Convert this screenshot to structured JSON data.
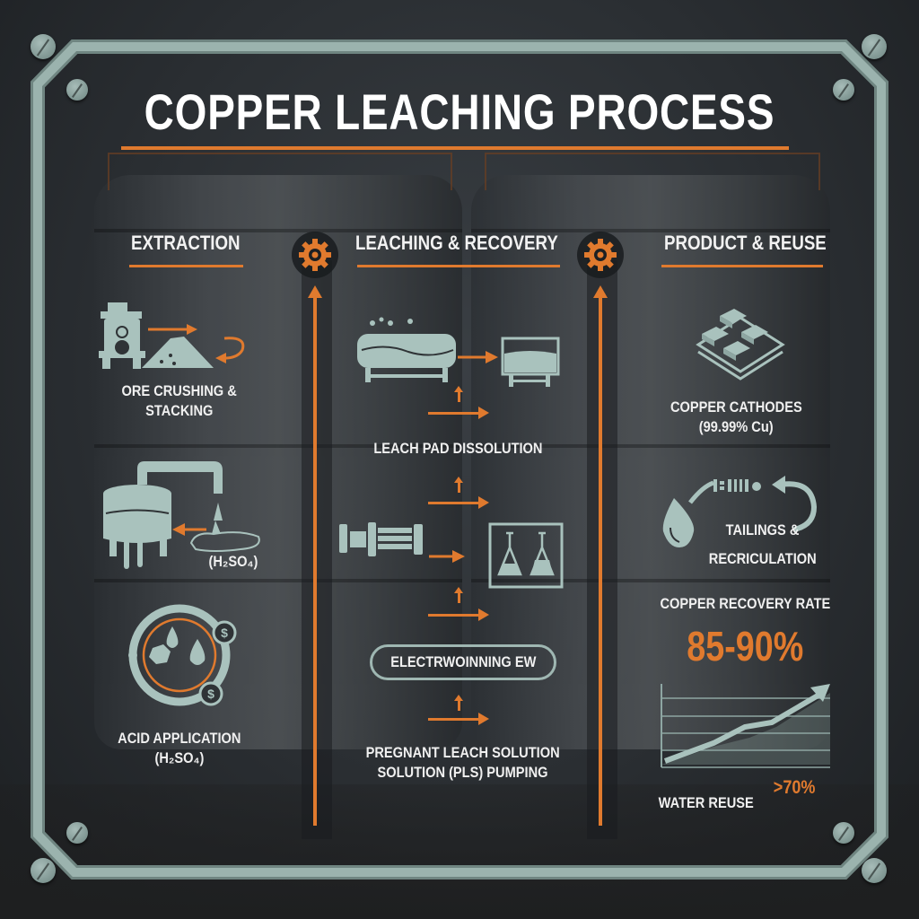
{
  "title": "COPPER LEACHING PROCESS",
  "colors": {
    "accent_orange": "#e07a2e",
    "icon_teal": "#a9c2bd",
    "frame_steel": "#8ea6a2",
    "background": "#2a2e32",
    "text": "#ffffff"
  },
  "columns": [
    {
      "heading": "EXTRACTION",
      "steps": [
        {
          "icon": "crusher-ore-pile-icon",
          "label_lines": [
            "ORE CRUSHING &",
            "STACKING"
          ]
        },
        {
          "icon": "tank-pipe-acid-icon",
          "label_lines": [
            "(H₂SO₄)"
          ]
        },
        {
          "icon": "acid-cycle-drops-icon",
          "label_lines": [
            "ACID APPLICATION",
            "(H₂SO₄)"
          ]
        }
      ]
    },
    {
      "heading": "LEACHING & RECOVERY",
      "steps": [
        {
          "icon": "leach-tank-to-vessel-icon",
          "label_lines": [
            "LEACH PAD DISSOLUTION"
          ]
        },
        {
          "icon": "pump-and-flasks-icon",
          "label_lines": []
        },
        {
          "icon": "electrowinning-pill",
          "label_lines": [
            "ELECTRWOINNING EW"
          ]
        },
        {
          "icon": "pls-pumping",
          "label_lines": [
            "PREGNANT LEACH SOLUTION",
            "SOLUTION (PLS) PUMPING"
          ]
        }
      ]
    },
    {
      "heading": "PRODUCT & REUSE",
      "steps": [
        {
          "icon": "copper-cathodes-icon",
          "label_lines": [
            "COPPER CATHODES",
            "(99.99% Cu)"
          ]
        },
        {
          "icon": "water-drop-recirculation-icon",
          "label_lines": [
            "TAILINGS &",
            "RECRICULATION"
          ]
        }
      ],
      "recovery": {
        "label": "COPPER RECOVERY RATE",
        "value": "85-90%"
      },
      "water_reuse": {
        "label": "WATER REUSE",
        "value": ">70%"
      }
    }
  ],
  "connectors": {
    "gear_icons": 2,
    "icon": "gear-icon"
  }
}
